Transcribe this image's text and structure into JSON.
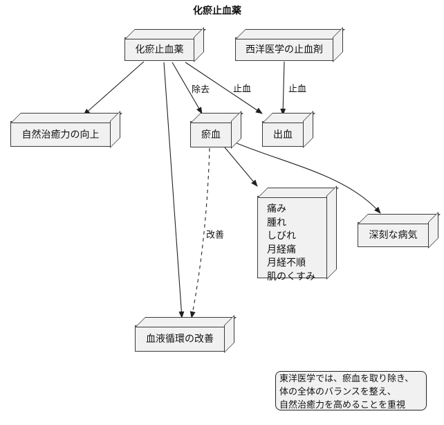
{
  "title": "化瘀止血薬",
  "nodes": {
    "kaoshiketsuyaku": {
      "label": "化瘀止血薬"
    },
    "seiyo_shiketsuzai": {
      "label": "西洋医学の止血剤"
    },
    "shizen_chiyu": {
      "label": "自然治癒力の向上"
    },
    "oketsu": {
      "label": "瘀血"
    },
    "shukketsu": {
      "label": "出血"
    },
    "symptoms": {
      "lines": [
        "痛み",
        "腫れ",
        "しびれ",
        "月経痛",
        "月経不順",
        "肌のくすみ"
      ]
    },
    "shinkoku_byoki": {
      "label": "深刻な病気"
    },
    "ketsueki_junkan": {
      "label": "血液循環の改善"
    }
  },
  "edges": [
    {
      "from": "化瘀止血薬",
      "to": "自然治癒力の向上",
      "label": "",
      "style": "solid"
    },
    {
      "from": "化瘀止血薬",
      "to": "瘀血",
      "label": "除去",
      "style": "solid"
    },
    {
      "from": "化瘀止血薬",
      "to": "出血",
      "label": "止血",
      "style": "solid"
    },
    {
      "from": "化瘀止血薬",
      "to": "血液循環の改善",
      "label": "",
      "style": "solid"
    },
    {
      "from": "西洋医学の止血剤",
      "to": "出血",
      "label": "止血",
      "style": "solid"
    },
    {
      "from": "瘀血",
      "to": "痛み・腫れ・しびれ・月経痛・月経不順・肌のくすみ",
      "label": "",
      "style": "solid"
    },
    {
      "from": "瘀血",
      "to": "深刻な病気",
      "label": "",
      "style": "solid"
    },
    {
      "from": "瘀血",
      "to": "血液循環の改善",
      "label": "改善",
      "style": "dashed"
    }
  ],
  "note": {
    "lines": [
      "東洋医学では、瘀血を取り除き、",
      "体の全体のバランスを整え、",
      "自然治癒力を高めることを重視"
    ]
  },
  "colors": {
    "box_fill": "#f1f1f1",
    "box_border": "#3a3a3a",
    "line": "#1f1f1f",
    "background": "#ffffff"
  }
}
